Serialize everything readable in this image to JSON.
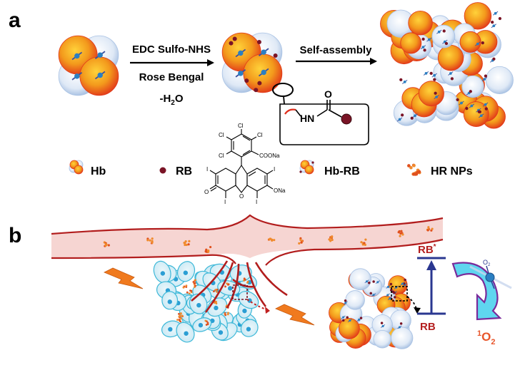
{
  "panels": {
    "a": "a",
    "b": "b"
  },
  "step1": {
    "line1": "EDC Sulfo-NHS",
    "line2": "Rose Bengal",
    "line3_main": "-H",
    "line3_sub": "2",
    "line3_end": "O"
  },
  "step2": {
    "label": "Self-assembly"
  },
  "linker": {
    "label": "HN",
    "o_label": "O"
  },
  "legend": {
    "hb": "Hb",
    "rb": "RB",
    "hbrb": "Hb-RB",
    "hrnps": "HR NPs"
  },
  "structure": {
    "cl": "Cl",
    "coona": "COONa",
    "iodo": "I",
    "ketone_o": "O",
    "ring_o": "O",
    "ona": "ONa"
  },
  "energy": {
    "excited": "RB",
    "excited_sup": "*",
    "ground": "RB"
  },
  "product": {
    "main": "O",
    "sup": "1",
    "sub": "2"
  },
  "oxygen": {
    "o": "O",
    "sub": "2"
  },
  "colors": {
    "heme_core": "#f0a018",
    "heme_edge": "#e43a1a",
    "globin_core": "#f2f6fc",
    "globin_edge": "#9ab8df",
    "rb_dot": "#7a1426",
    "vessel_fill": "#f6d5d2",
    "vessel_edge": "#b21d1d",
    "cell_fill": "#d8eef7",
    "cell_edge": "#3cb8d8",
    "nucleus": "#2b9ed4",
    "lightning": "#f07a1e",
    "energy_line": "#2a3790",
    "arrow_fill": "#5fd6ef",
    "arrow_edge": "#7a2a9a"
  }
}
